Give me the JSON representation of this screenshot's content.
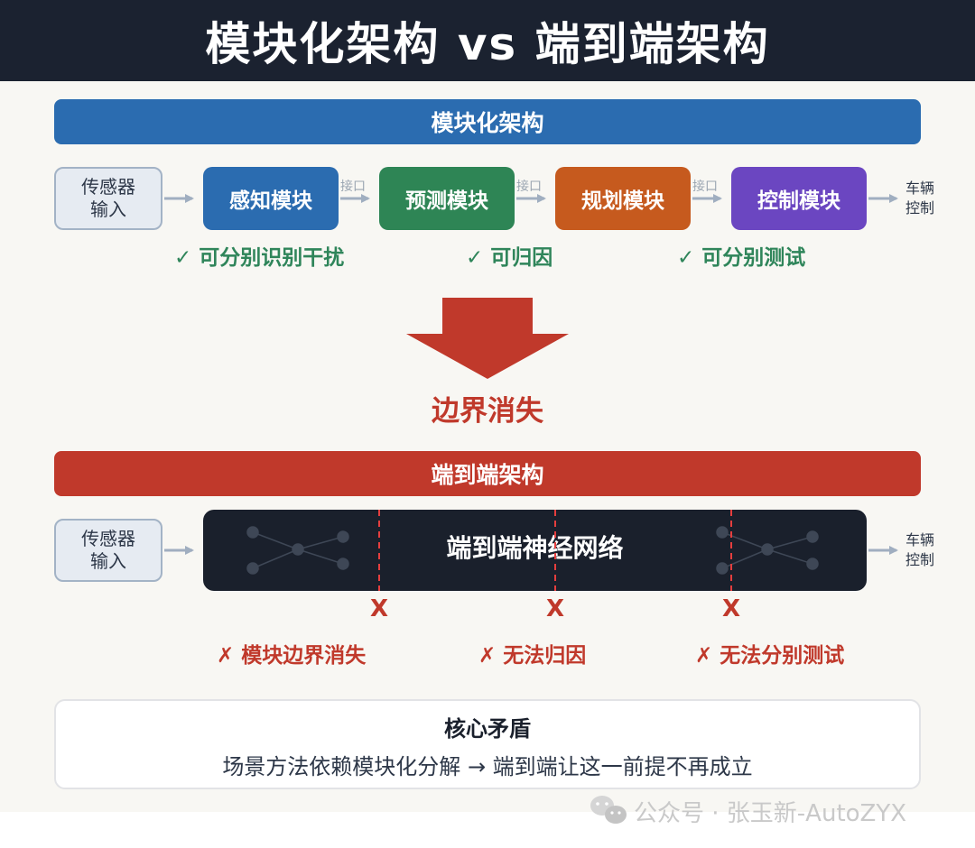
{
  "title": "模块化架构 vs 端到端架构",
  "modular": {
    "banner": "模块化架构",
    "input_line1": "传感器",
    "input_line2": "输入",
    "modules": [
      "感知模块",
      "预测模块",
      "规划模块",
      "控制模块"
    ],
    "module_colors": [
      "#2b6cb0",
      "#2e8555",
      "#c65a1e",
      "#6b46c1"
    ],
    "interface_label": "接口",
    "output_line1": "车辆",
    "output_line2": "控制",
    "benefits": [
      "✓ 可分别识别干扰",
      "✓ 可归因",
      "✓ 可分别测试"
    ]
  },
  "transition": {
    "arrow_icon": "down-arrow-icon",
    "label": "边界消失"
  },
  "end_to_end": {
    "banner": "端到端架构",
    "input_line1": "传感器",
    "input_line2": "输入",
    "network_label": "端到端神经网络",
    "output_line1": "车辆",
    "output_line2": "控制",
    "x_mark": "X",
    "drawbacks": [
      "✗ 模块边界消失",
      "✗ 无法归因",
      "✗ 无法分别测试"
    ]
  },
  "core": {
    "title": "核心矛盾",
    "description": "场景方法依赖模块化分解 → 端到端让这一前提不再成立"
  },
  "watermark": {
    "icon": "wechat-icon",
    "text": "公众号 · 张玉新-AutoZYX"
  },
  "colors": {
    "header_bg": "#1b2230",
    "modular_banner": "#2b6cb0",
    "e2e_banner": "#c0392b",
    "benefit_green": "#2f855a",
    "drawback_red": "#c0392b"
  }
}
